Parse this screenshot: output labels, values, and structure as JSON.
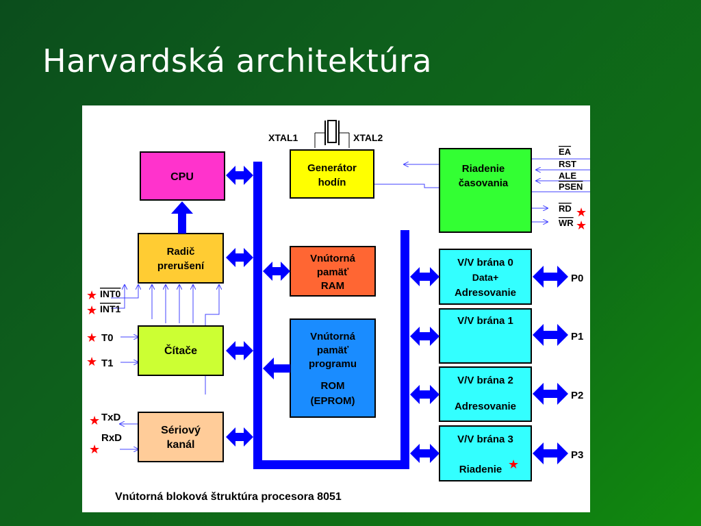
{
  "slide": {
    "title": "Harvardská architektúra"
  },
  "diagram": {
    "caption": "Vnútorná bloková štruktúra procesora 8051",
    "colors": {
      "bus": "#0000ff",
      "outline": "#000000",
      "signal": "#4040ff",
      "star": "#ff0000"
    },
    "crystal": {
      "left": "XTAL1",
      "right": "XTAL2"
    },
    "blocks": {
      "cpu": {
        "lines": [
          "CPU"
        ],
        "color": "#ff33cc"
      },
      "generator": {
        "lines": [
          "Generátor",
          "hodín"
        ],
        "color": "#ffff00"
      },
      "timing": {
        "lines": [
          "Riadenie",
          "časovania"
        ],
        "color": "#33ff33"
      },
      "interrupt": {
        "lines": [
          "Radič",
          "prerušení"
        ],
        "color": "#ffcc33"
      },
      "ram": {
        "lines": [
          "Vnútorná",
          "pamäť",
          "RAM"
        ],
        "color": "#ff6633"
      },
      "counters": {
        "lines": [
          "Čítače"
        ],
        "color": "#ccff33"
      },
      "rom": {
        "lines": [
          "Vnútorná",
          "pamäť",
          "programu",
          "ROM",
          "(EPROM)"
        ],
        "color": "#1a8cff"
      },
      "serial": {
        "lines": [
          "Sériový",
          "kanál"
        ],
        "color": "#ffcc99"
      },
      "port0": {
        "lines": [
          "V/V brána 0",
          "Data+",
          "Adresovanie"
        ],
        "color": "#33ffff"
      },
      "port1": {
        "lines": [
          "V/V brána 1"
        ],
        "color": "#33ffff"
      },
      "port2": {
        "lines": [
          "V/V brána 2",
          "Adresovanie"
        ],
        "color": "#33ffff"
      },
      "port3": {
        "lines": [
          "V/V brána 3",
          "Riadenie"
        ],
        "color": "#33ffff"
      }
    },
    "control_signals": {
      "ea": "EA",
      "rst": "RST",
      "ale": "ALE",
      "psen": "PSEN",
      "rd": "RD",
      "wr": "WR"
    },
    "port_labels": {
      "p0": "P0",
      "p1": "P1",
      "p2": "P2",
      "p3": "P3"
    },
    "left_signals": {
      "int0": "INT0",
      "int1": "INT1",
      "t0": "T0",
      "t1": "T1",
      "txd": "TxD",
      "rxd": "RxD"
    }
  }
}
